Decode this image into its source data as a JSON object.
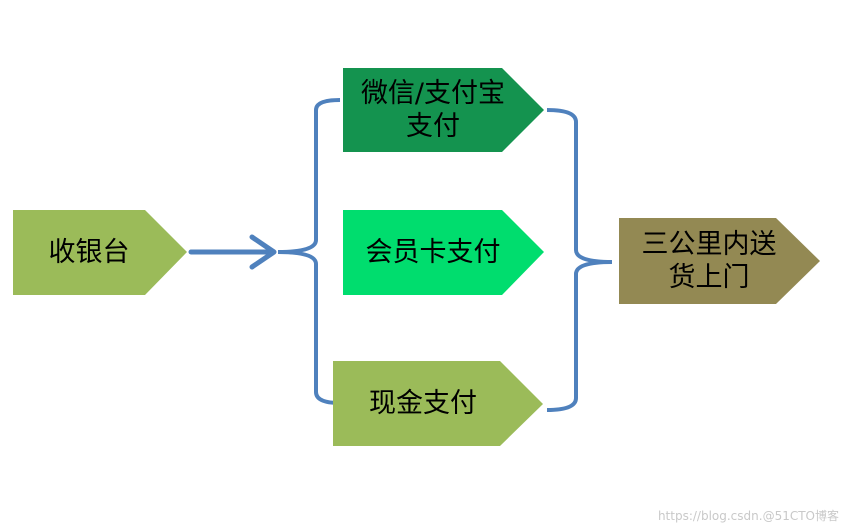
{
  "nodes": {
    "cashier": {
      "label": "收银台",
      "color": "#9bbb59"
    },
    "wechat_alipay": {
      "line1": "微信/支付宝",
      "line2": "支付",
      "color": "#14934f"
    },
    "member_card": {
      "label": "会员卡支付",
      "color": "#00dd6e"
    },
    "cash": {
      "label": "现金支付",
      "color": "#9bbb59"
    },
    "delivery": {
      "line1": "三公里内送",
      "line2": "货上门",
      "color": "#938953"
    }
  },
  "connector_color": "#4f81bd",
  "watermark": "https://blog.csdn.@51CTO博客"
}
